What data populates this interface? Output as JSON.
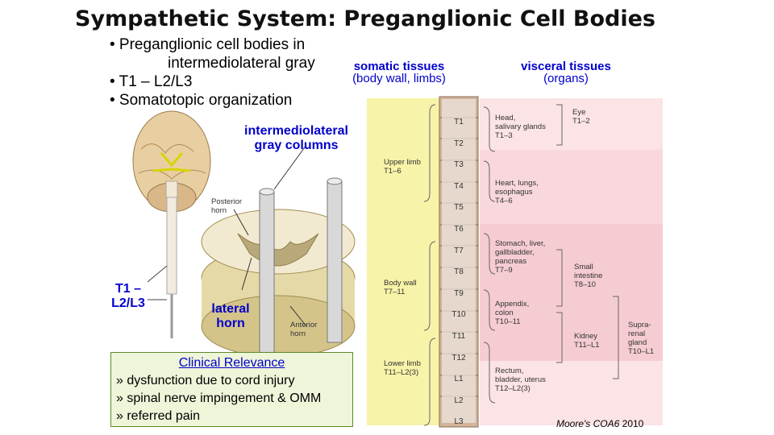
{
  "title": "Sympathetic System: Preganglionic Cell Bodies",
  "bullets": [
    "• Preganglionic cell bodies in",
    "intermediolateral gray",
    "• T1 – L2/L3",
    "• Somatotopic organization"
  ],
  "headers": {
    "somatic_title": "somatic tissues",
    "somatic_sub": "(body wall, limbs)",
    "visceral_title": "visceral tissues",
    "visceral_sub": "(organs)"
  },
  "labels": {
    "iml_line1": "intermediolateral",
    "iml_line2": "gray columns",
    "t1_line1": "T1 –",
    "t1_line2": "L2/L3",
    "lateral_line1": "lateral",
    "lateral_line2": "horn",
    "posterior_horn": [
      "Posterior",
      "horn"
    ],
    "anterior_horn": [
      "Anterior",
      "horn"
    ]
  },
  "segments": [
    "T1",
    "T2",
    "T3",
    "T4",
    "T5",
    "T6",
    "T7",
    "T8",
    "T9",
    "T10",
    "T11",
    "T12",
    "L1",
    "L2",
    "L3"
  ],
  "somatic_regions": [
    {
      "name": "Upper limb",
      "range": "T1–6"
    },
    {
      "name": "Body wall",
      "range": "T7–11"
    },
    {
      "name": "Lower limb",
      "range": "T11–L2(3)"
    }
  ],
  "visceral_regions": [
    {
      "lines": [
        "Head,",
        "salivary glands",
        "T1–3"
      ]
    },
    {
      "lines": [
        "Eye",
        "T1–2"
      ]
    },
    {
      "lines": [
        "Heart, lungs,",
        "esophagus",
        "T4–6"
      ]
    },
    {
      "lines": [
        "Stomach, liver,",
        "gallbladder,",
        "pancreas",
        "T7–9"
      ]
    },
    {
      "lines": [
        "Small",
        "intestine",
        "T8–10"
      ]
    },
    {
      "lines": [
        "Appendix,",
        "colon",
        "T10–11"
      ]
    },
    {
      "lines": [
        "Kidney",
        "T11–L1"
      ]
    },
    {
      "lines": [
        "Supra-",
        "renal",
        "gland",
        "T10–L1"
      ]
    },
    {
      "lines": [
        "Rectum,",
        "bladder, uterus",
        "T12–L2(3)"
      ]
    }
  ],
  "clinical": {
    "title": "Clinical Relevance",
    "items": [
      "» dysfunction due to cord injury",
      "» spinal nerve impingement & OMM",
      "» referred pain"
    ]
  },
  "credit": {
    "italic": "Moore's COA6",
    "rest": " 2010"
  }
}
